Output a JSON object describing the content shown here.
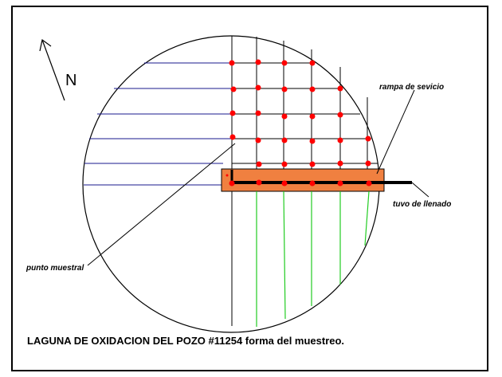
{
  "north_label": "N",
  "labels": {
    "ramp": "rampa de sevicio",
    "pipe": "tuvo de llenado",
    "sample_point": "punto muestral"
  },
  "title": "LAGUNA DE OXIDACION DEL POZO #11254  forma del muestreo.",
  "colors": {
    "frame": "#000000",
    "pond_outline": "#000000",
    "blue_lines": "#1a1a8c",
    "green_lines": "#22cc22",
    "sample_dots": "#ff0000",
    "ramp_fill": "#f08040",
    "pipe": "#000000"
  },
  "icons": [
    "north-arrow-icon"
  ]
}
